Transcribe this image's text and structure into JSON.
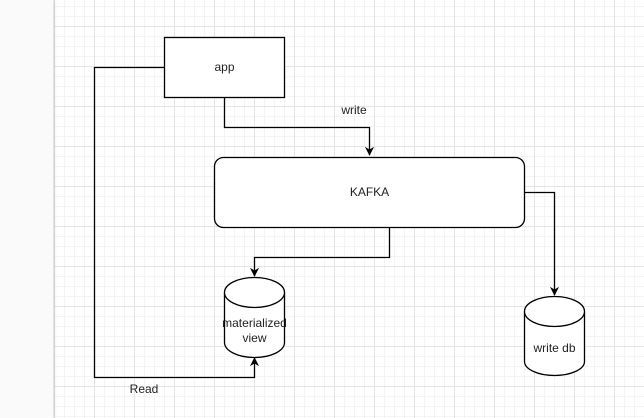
{
  "diagram": {
    "nodes": {
      "app": {
        "label": "app",
        "shape": "rectangle"
      },
      "kafka": {
        "label": "KAFKA",
        "shape": "rounded-rectangle"
      },
      "materialized_view": {
        "label": "materialized view",
        "shape": "cylinder"
      },
      "write_db": {
        "label": "write db",
        "shape": "cylinder"
      }
    },
    "edges": [
      {
        "from": "app",
        "to": "kafka",
        "label": "write"
      },
      {
        "from": "kafka",
        "to": "materialized_view",
        "label": ""
      },
      {
        "from": "kafka",
        "to": "write_db",
        "label": ""
      },
      {
        "from": "app",
        "to": "materialized_view",
        "label": "Read"
      }
    ]
  },
  "colors": {
    "stroke": "#000000",
    "fill": "#ffffff",
    "text": "#222222"
  }
}
